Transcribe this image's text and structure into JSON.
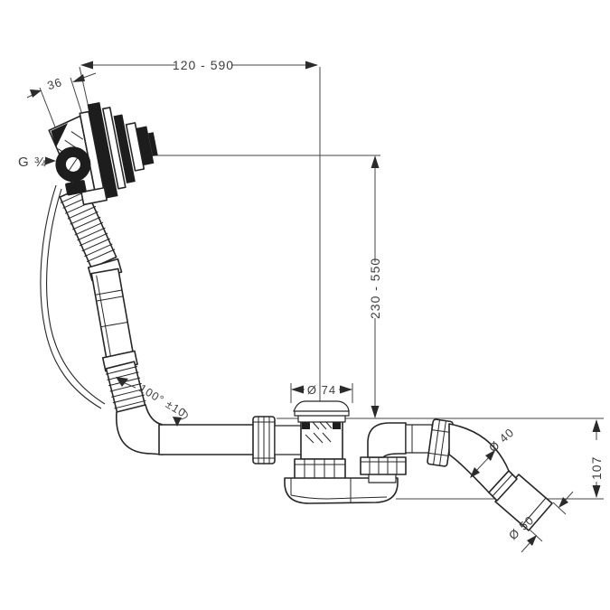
{
  "drawing": {
    "kind": "technical-dimension-diagram",
    "subject": "bath-tub waste and overflow set with flexible overflow hose, waste tee, shallow trap and angled outlet pipe",
    "colors": {
      "line": "#262626",
      "dim_line": "#454545",
      "text": "#3d3d3d",
      "background": "#ffffff"
    },
    "dimensions": {
      "width_range": "120 - 590",
      "overflow_offset": "36",
      "thread": "G ¾",
      "height_range": "230 - 550",
      "flange_diameter": "Ø 74",
      "hose_angle": "100° ±10",
      "pipe_diameter": "Ø 40",
      "outlet_height": "107",
      "outlet_diameter": "Ø 50"
    }
  }
}
